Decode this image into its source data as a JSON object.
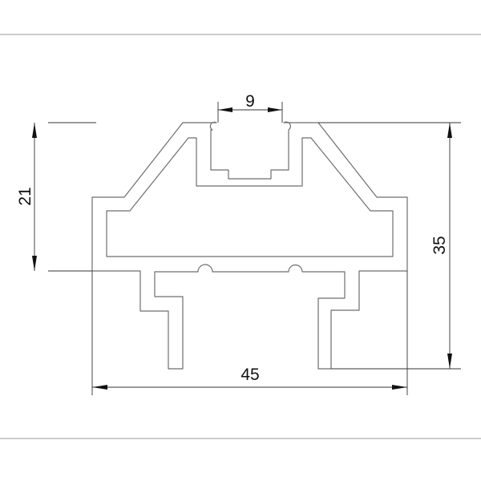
{
  "drawing": {
    "dimensions": {
      "slot_width": "9",
      "upper_height": "21",
      "total_height": "35",
      "total_width": "45"
    },
    "colors": {
      "outline": "#6e6e6e",
      "dimension": "#333333",
      "frame": "#9a9a9a"
    }
  }
}
